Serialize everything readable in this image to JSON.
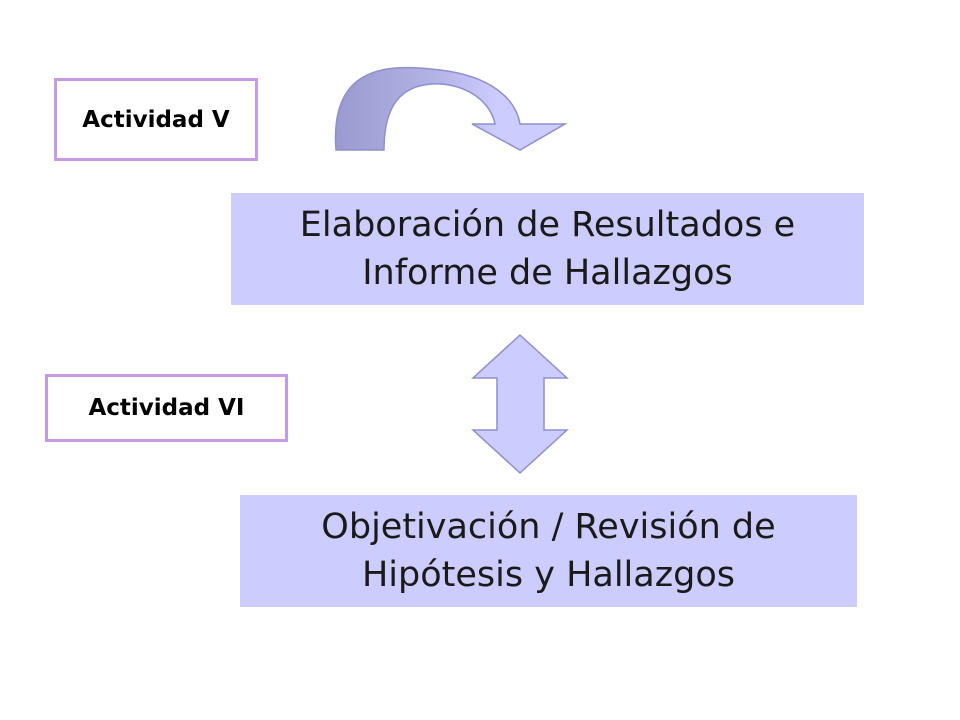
{
  "activities": {
    "activity_v": "Actividad V",
    "activity_vi": "Actividad VI"
  },
  "steps": {
    "elaboracion_line1": "Elaboración de Resultados e",
    "elaboracion_line2": "Informe de Hallazgos",
    "objetivacion_line1": "Objetivación / Revisión de",
    "objetivacion_line2": "Hipótesis y Hallazgos"
  },
  "colors": {
    "box_fill": "#ccccff",
    "label_border": "#c59be8",
    "arrow_fill": "#ccccff",
    "arrow_outline": "#8f8fcc",
    "curved_arrow_shadow": "#9a9ad0"
  },
  "icons": {
    "curved_arrow": "curved-arrow-icon",
    "double_arrow": "up-down-arrow-icon"
  }
}
